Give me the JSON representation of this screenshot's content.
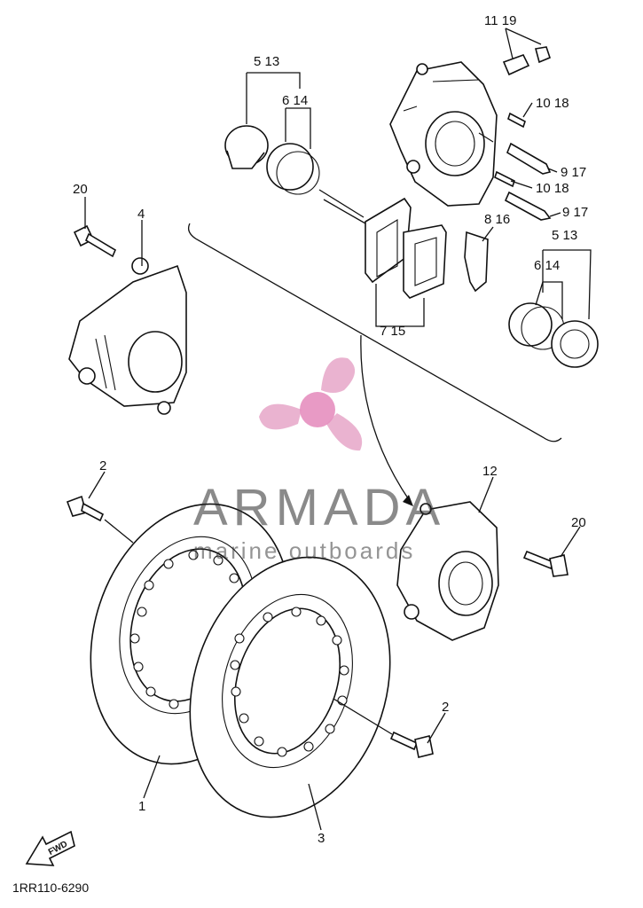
{
  "diagram": {
    "part_labels": {
      "p1": "1",
      "p2a": "2",
      "p2b": "2",
      "p3": "3",
      "p4": "4",
      "p5_13a": "5 13",
      "p5_13b": "5 13",
      "p6_14a": "6 14",
      "p6_14b": "6 14",
      "p7_15": "7 15",
      "p8_16": "8 16",
      "p9_17a": "9 17",
      "p9_17b": "9 17",
      "p10_18a": "10 18",
      "p10_18b": "10 18",
      "p11_19": "11 19",
      "p12": "12",
      "p20a": "20",
      "p20b": "20"
    },
    "diagram_code": "1RR110-6290",
    "fwd_label": "FWD"
  },
  "watermark": {
    "title": "ARMADA",
    "subtitle": "marine outboards",
    "logo_color": "#e6a6c8",
    "logo_center_color": "#e58fbf"
  }
}
